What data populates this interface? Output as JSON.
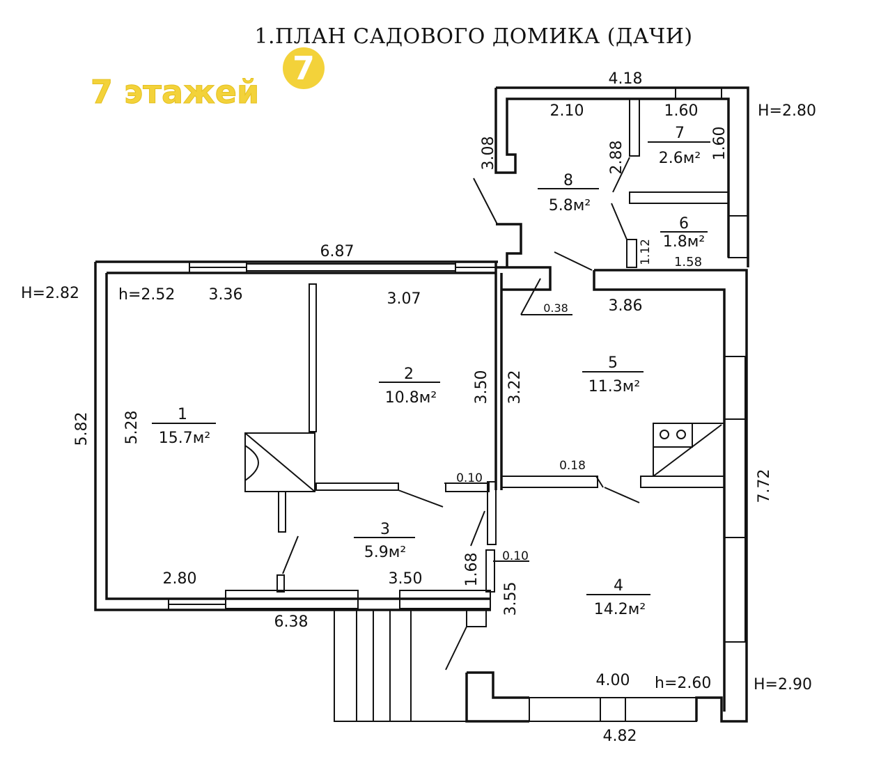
{
  "title": "1.ПЛАН  САДОВОГО ДОМИКА (ДАЧИ)",
  "watermark": {
    "text": "7 этажей",
    "badge": "7",
    "color": "#f3d23a"
  },
  "heights": {
    "left_outer": "H=2.82",
    "left_inner": "h=2.52",
    "right_top": "H=2.80",
    "right_bottom_outer": "H=2.90",
    "right_bottom_inner": "h=2.60"
  },
  "rooms": [
    {
      "num": "1",
      "area": "15.7м²"
    },
    {
      "num": "2",
      "area": "10.8м²"
    },
    {
      "num": "3",
      "area": "5.9м²"
    },
    {
      "num": "4",
      "area": "14.2м²"
    },
    {
      "num": "5",
      "area": "11.3м²"
    },
    {
      "num": "6",
      "area": "1.8м²"
    },
    {
      "num": "7",
      "area": "2.6м²"
    },
    {
      "num": "8",
      "area": "5.8м²"
    }
  ],
  "dimensions": {
    "top_right": "4.18",
    "d_2_10": "2.10",
    "d_1_60_h": "1.60",
    "d_1_60_v": "1.60",
    "d_3_08": "3.08",
    "d_2_88": "2.88",
    "d_1_12": "1.12",
    "d_1_58": "1.58",
    "d_6_87": "6.87",
    "d_3_36": "3.36",
    "d_3_07": "3.07",
    "d_0_38": "0.38",
    "d_3_86": "3.86",
    "d_5_82": "5.82",
    "d_5_28": "5.28",
    "d_3_50_v": "3.50",
    "d_3_22": "3.22",
    "d_0_10_a": "0.10",
    "d_0_18": "0.18",
    "d_7_72": "7.72",
    "d_1_68": "1.68",
    "d_0_10_b": "0.10",
    "d_3_55": "3.55",
    "d_2_80": "2.80",
    "d_3_50_h": "3.50",
    "d_6_38": "6.38",
    "d_4_00": "4.00",
    "d_4_82": "4.82"
  }
}
